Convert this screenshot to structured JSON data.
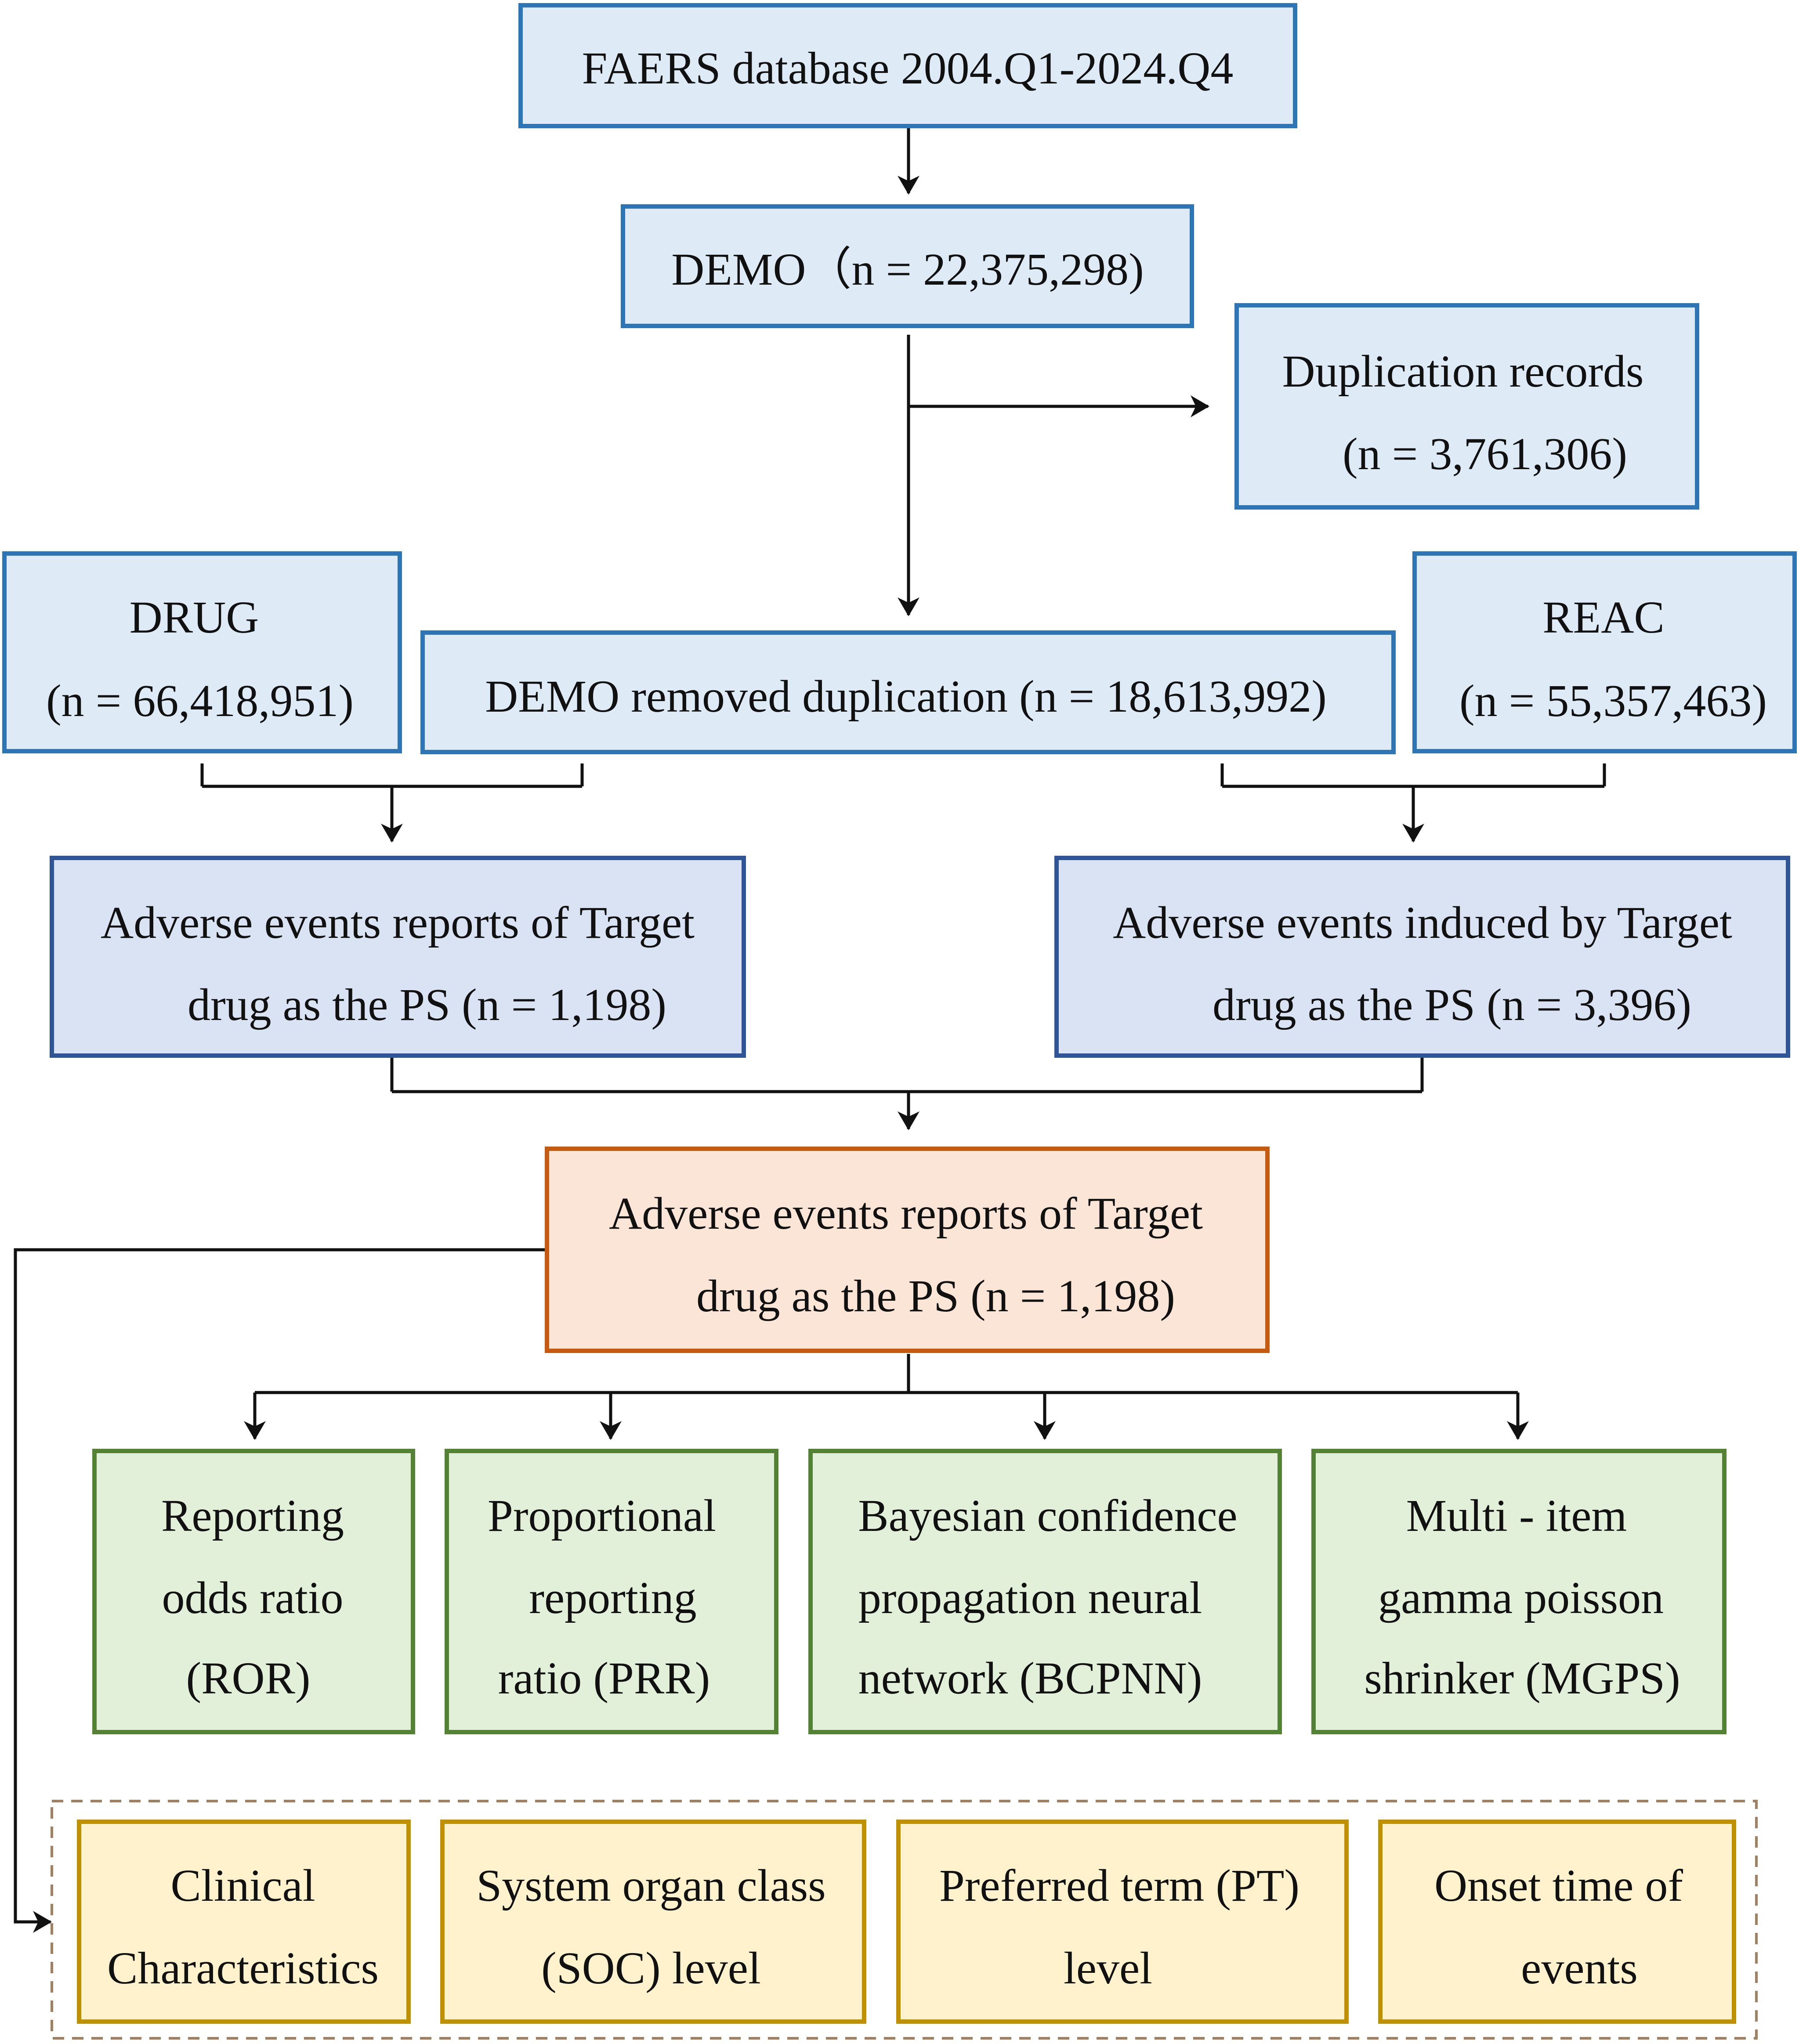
{
  "colors": {
    "blue_fill": "#deebf7",
    "blue_stroke": "#2e75b6",
    "mid_blue_fill": "#dae3f3",
    "mid_blue_stroke": "#2f5597",
    "orange_fill": "#fbe5d6",
    "orange_stroke": "#c55a11",
    "green_fill": "#e2f0d9",
    "green_stroke": "#548235",
    "yellow_fill": "#fff2cc",
    "yellow_stroke": "#bf9000",
    "dashed_stroke": "#a08060",
    "arrow": "#111111"
  },
  "boxes": {
    "faers": {
      "lines": [
        "FAERS database 2004.Q1-2024.Q4"
      ]
    },
    "demo": {
      "lines": [
        "DEMO（n = 22,375,298)"
      ]
    },
    "duplication": {
      "lines": [
        "Duplication records",
        "(n = 3,761,306)"
      ]
    },
    "drug": {
      "lines": [
        "DRUG",
        "(n = 66,418,951)"
      ]
    },
    "demo_removed": {
      "lines": [
        "DEMO removed duplication (n = 18,613,992)"
      ]
    },
    "reac": {
      "lines": [
        "REAC",
        "(n = 55,357,463)"
      ]
    },
    "ae_reports": {
      "lines": [
        "Adverse events reports of Target",
        "drug as the PS (n = 1,198)"
      ]
    },
    "ae_induced": {
      "lines": [
        "Adverse events induced by Target",
        "drug as the PS (n = 3,396)"
      ]
    },
    "ae_final": {
      "lines": [
        "Adverse events reports of Target",
        "drug as the PS (n = 1,198)"
      ]
    },
    "ror": {
      "lines": [
        "Reporting",
        "odds ratio",
        "(ROR)"
      ]
    },
    "prr": {
      "lines": [
        "Proportional",
        "reporting",
        "ratio (PRR)"
      ]
    },
    "bcpnn": {
      "lines": [
        "Bayesian confidence",
        "propagation neural",
        "network (BCPNN)"
      ]
    },
    "mgps": {
      "lines": [
        "Multi - item",
        "gamma poisson",
        "shrinker (MGPS)"
      ]
    },
    "clinical": {
      "lines": [
        "Clinical",
        "Characteristics"
      ]
    },
    "soc": {
      "lines": [
        "System organ class",
        "(SOC) level"
      ]
    },
    "pt": {
      "lines": [
        "Preferred term (PT)",
        "level"
      ]
    },
    "onset": {
      "lines": [
        "Onset time of",
        "events"
      ]
    }
  }
}
